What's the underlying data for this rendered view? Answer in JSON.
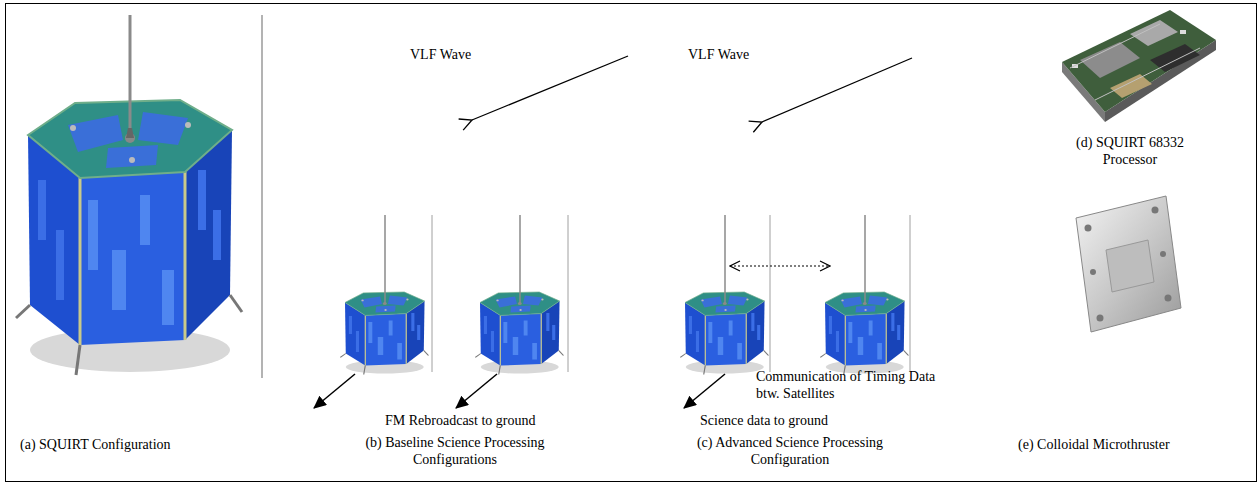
{
  "diagram": {
    "labels": [
      "VLF Wave",
      "VLF Wave",
      "(d) SQUIRT 68332 Processor",
      "Communication of Timing Data btw. Satellites",
      "FM Rebroadcast to ground",
      "Science data to ground",
      "(a) SQUIRT Configuration",
      "(b) Baseline Science Processing Configurations",
      "(c) Advanced Science Processing Configuration",
      "(e) Colloidal Microthruster"
    ]
  }
}
